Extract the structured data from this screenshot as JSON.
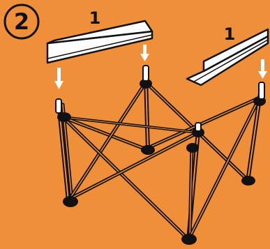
{
  "step": {
    "number": "2"
  },
  "parts": [
    {
      "callout": "1"
    },
    {
      "callout": "1"
    }
  ],
  "colors": {
    "background": "#f08f3a",
    "line": "#111111",
    "bar_face": "#ffffff",
    "arrow": "#ffffff"
  }
}
